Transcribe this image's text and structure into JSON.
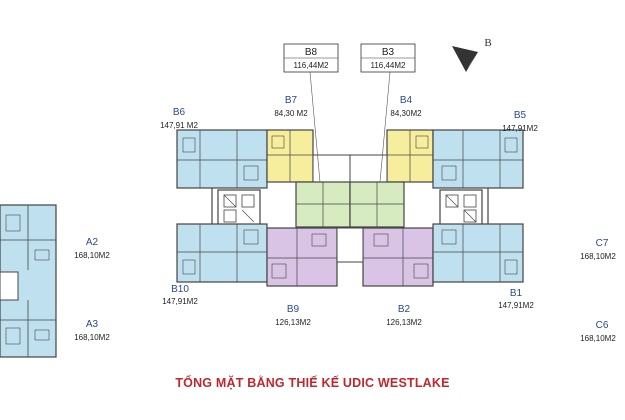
{
  "title": "TỔNG MẶT BẰNG THIẾ KẾ UDIC WESTLAKE",
  "compass_label": "B",
  "colors": {
    "blue": "#bfe1ef",
    "yellow": "#f6ee9c",
    "green": "#d6ebbf",
    "purple": "#d9c4e6",
    "wall": "#444444",
    "label": "#2a4a8a",
    "title": "#c0272d"
  },
  "units": {
    "b8": {
      "code": "B8",
      "area": "116,44M2"
    },
    "b3": {
      "code": "B3",
      "area": "116,44M2"
    },
    "b7": {
      "code": "B7",
      "area": "84,30 M2"
    },
    "b4": {
      "code": "B4",
      "area": "84,30M2"
    },
    "b6": {
      "code": "B6",
      "area": "147,91 M2"
    },
    "b5": {
      "code": "B5",
      "area": "147,91M2"
    },
    "b10": {
      "code": "B10",
      "area": "147,91M2"
    },
    "b1": {
      "code": "B1",
      "area": "147,91M2"
    },
    "b9": {
      "code": "B9",
      "area": "126,13M2"
    },
    "b2": {
      "code": "B2",
      "area": "126,13M2"
    },
    "a2": {
      "code": "A2",
      "area": "168,10M2"
    },
    "a3": {
      "code": "A3",
      "area": "168,10M2"
    },
    "c7": {
      "code": "C7",
      "area": "168,10M2"
    },
    "c6": {
      "code": "C6",
      "area": "168,10M2"
    }
  }
}
